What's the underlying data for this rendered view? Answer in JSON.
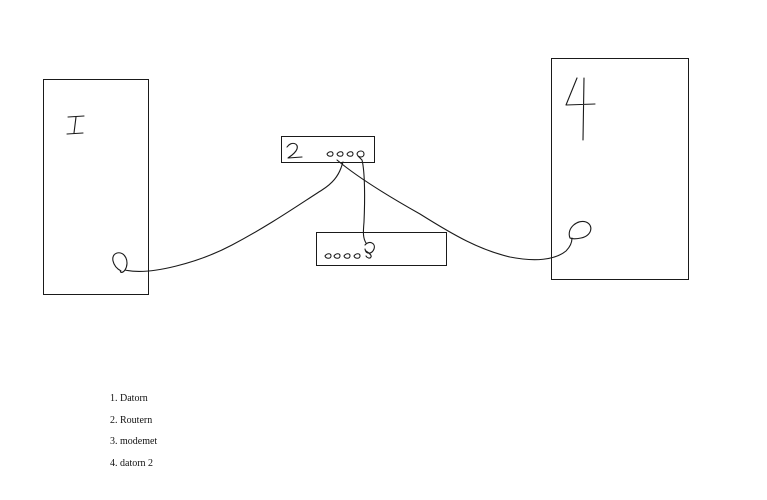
{
  "legend": {
    "items": [
      "1. Datorn",
      "2. Routern",
      "3. modemet",
      "4. datorn 2"
    ]
  }
}
